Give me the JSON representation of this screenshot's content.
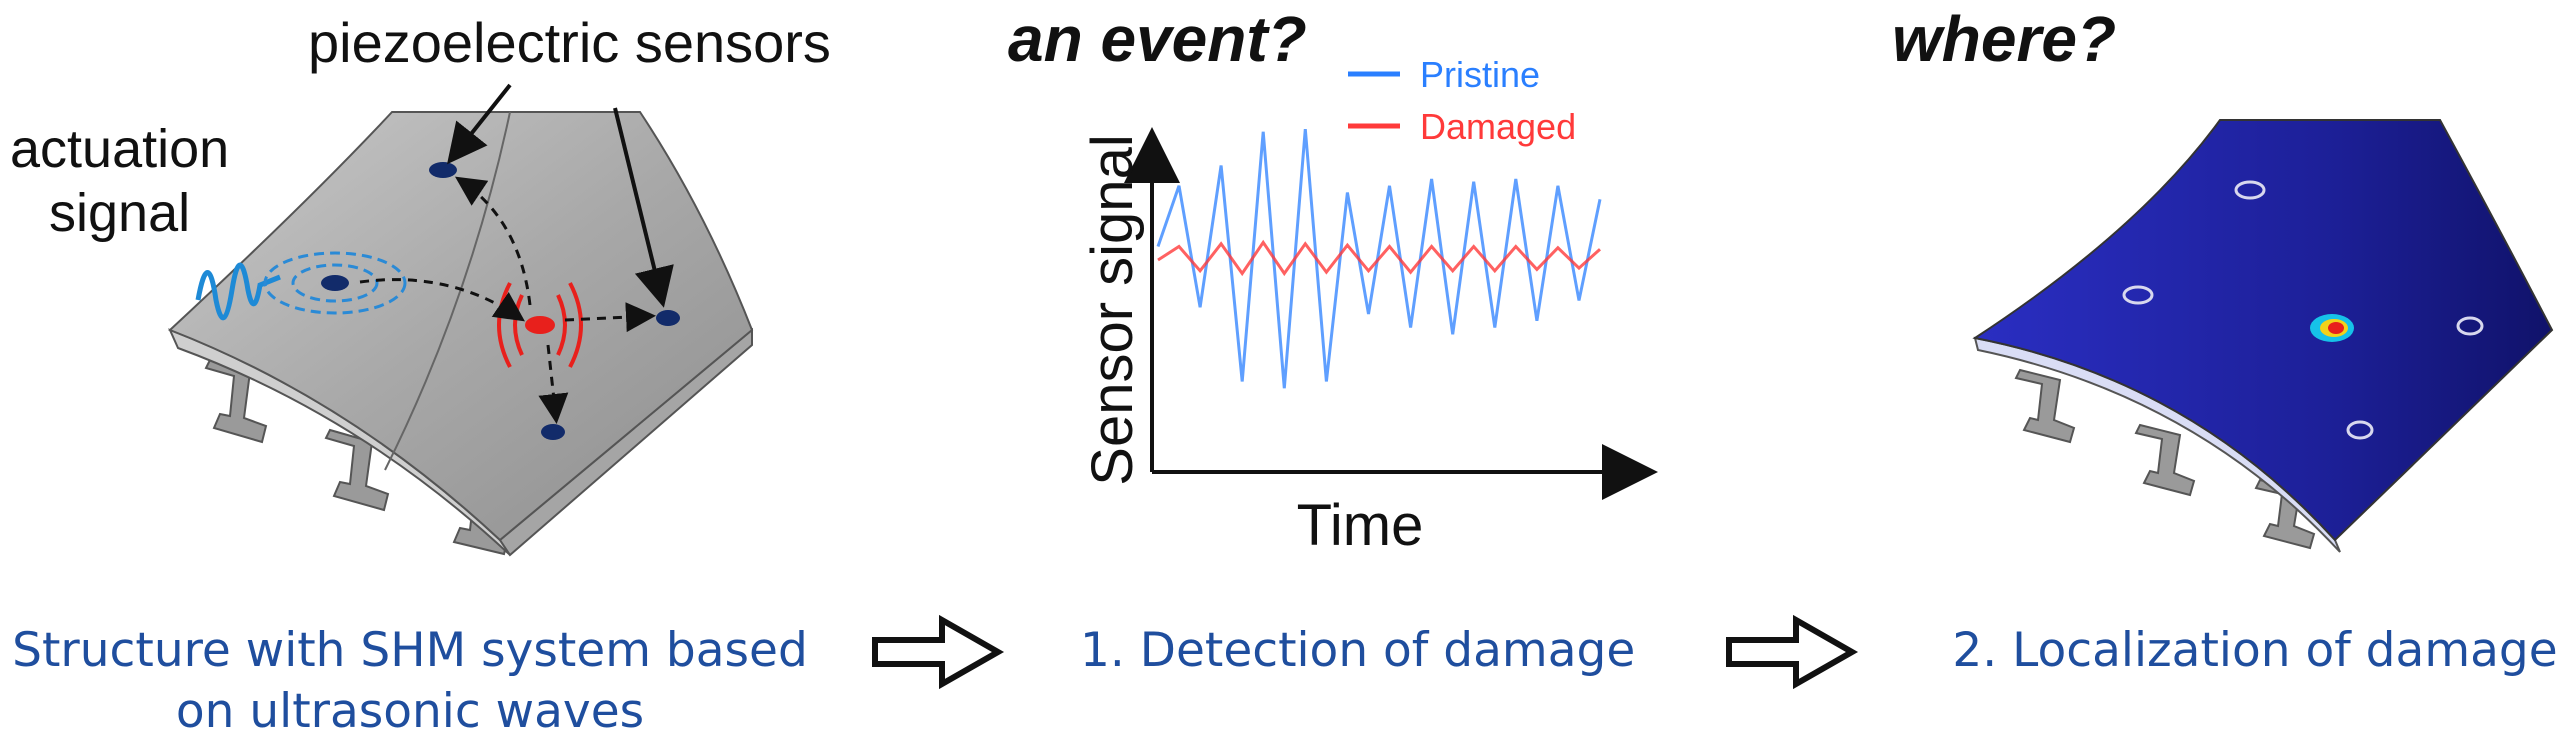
{
  "panel1": {
    "sensors_label": "piezoelectric sensors",
    "actuation_label_line1": "actuation",
    "actuation_label_line2": "signal",
    "caption_line1": "Structure with SHM system based",
    "caption_line2": "on ultrasonic waves"
  },
  "panel2": {
    "question": "an event?",
    "xlabel": "Time",
    "ylabel": "Sensor signal",
    "caption": "1. Detection of damage"
  },
  "panel3": {
    "question": "where?",
    "caption": "2. Localization of damage"
  },
  "chart_data": {
    "type": "line",
    "title": "",
    "xlabel": "Time",
    "ylabel": "Sensor signal",
    "legend_position": "top-right",
    "series": [
      {
        "name": "Pristine",
        "color": "#2a7fff",
        "values": [
          0.1,
          0.55,
          -0.35,
          0.7,
          -0.9,
          0.95,
          -0.95,
          0.97,
          -0.9,
          0.5,
          -0.4,
          0.55,
          -0.5,
          0.6,
          -0.55,
          0.58,
          -0.5,
          0.6,
          -0.45,
          0.55,
          -0.3,
          0.45
        ]
      },
      {
        "name": "Damaged",
        "color": "#ff3a3a",
        "values": [
          0.0,
          0.1,
          -0.08,
          0.12,
          -0.1,
          0.13,
          -0.1,
          0.12,
          -0.09,
          0.11,
          -0.08,
          0.1,
          -0.09,
          0.1,
          -0.08,
          0.1,
          -0.08,
          0.1,
          -0.07,
          0.09,
          -0.06,
          0.08
        ]
      }
    ]
  },
  "colors": {
    "caption": "#1f4e9e",
    "pristine": "#2a7fff",
    "damaged": "#ff3a3a",
    "panel_surface": "#1c1f9a"
  }
}
